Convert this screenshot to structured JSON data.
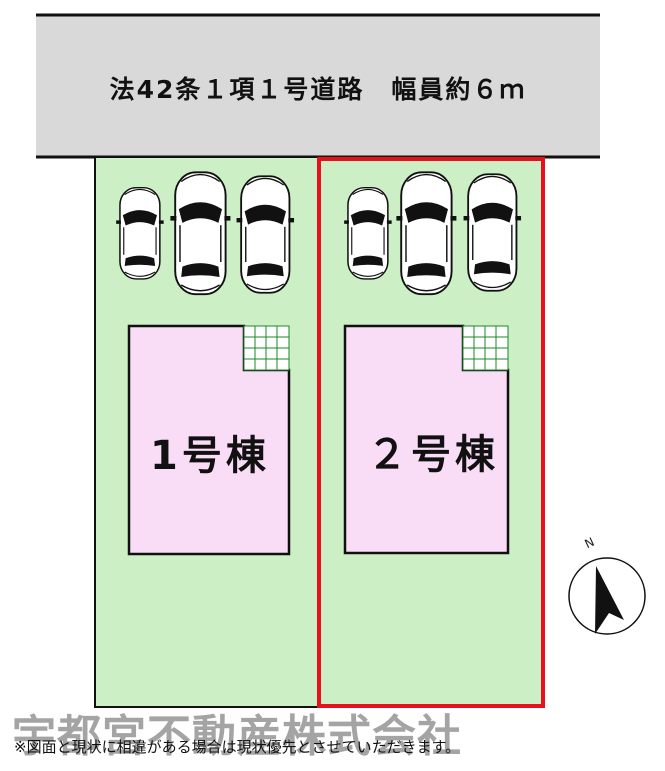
{
  "road": {
    "label": "法42条１項１号道路　幅員約６ｍ"
  },
  "lots": [
    {
      "id": "lot-1",
      "house_label": "1号棟",
      "parking_spaces": 3,
      "highlighted": false
    },
    {
      "id": "lot-2",
      "house_label": "２号棟",
      "parking_spaces": 3,
      "highlighted": true
    }
  ],
  "compass": {
    "label": "N"
  },
  "watermark": "宇都宮不動産株式会社",
  "footnote": "※図面と現状に相違がある場合は現状優先とさせていただきます。",
  "colors": {
    "road": "#d9d9d9",
    "lot": "#ccefc6",
    "house": "#f9dcf6",
    "highlight": "#e8101a",
    "grid": "#1a8a2a",
    "outline": "#111111"
  }
}
